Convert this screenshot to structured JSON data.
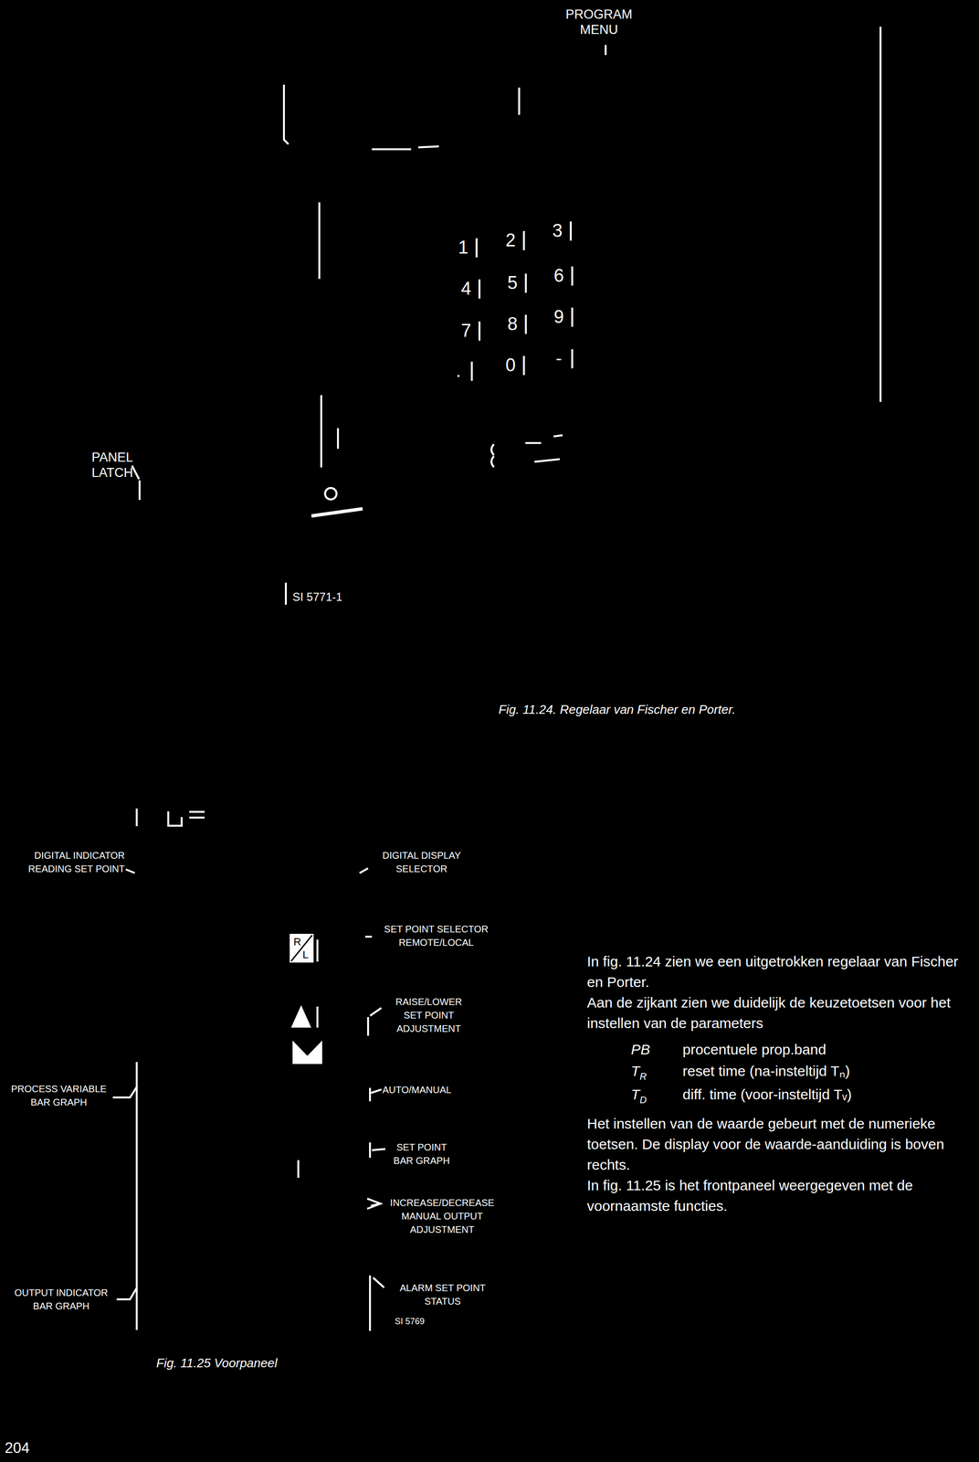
{
  "diagram": {
    "caption": "Fig. 11.24. Regelaar van Fischer en Porter.",
    "labels": [
      "PROGRAM MENU",
      "1",
      "2",
      "3",
      "4",
      "5",
      "6",
      "7",
      "8",
      "9",
      ".",
      "0",
      "-",
      "PANEL LATCH",
      "SI 5771-1",
      "DIGITAL INDICATOR READING SET POINT",
      "DIGITAL DISPLAY SELECTOR",
      "SET POINT SELECTOR REMOTE/LOCAL",
      "R",
      "L",
      "RAISE/LOWER SET POINT ADJUSTMENT",
      "PROCESS VARIABLE BAR GRAPH",
      "AUTO/MANUAL",
      "SET POINT BAR GRAPH",
      "INCREASE/DECREASE MANUAL OUTPUT ADJUSTMENT",
      "OUTPUT INDICATOR BAR GRAPH",
      "ALARM SET POINT STATUS",
      "SI 5769",
      "Fig. 11.25 Voorpaneel",
      "In fig. 11.24 zien we een uitgetrokken regelaar van Fischer en Porter.",
      "Aan de zijkant zien we duidelijk de keuzetoetsen voor het instellen van de parameters",
      "PB",
      "procentuele prop.band",
      "T",
      "R",
      "reset time (na-insteltijd Tₙ)",
      "T",
      "D",
      "diff. time (voor-insteltijd Tᵥ)",
      "Het instellen van de waarde gebeurt met de numerieke toetsen. De display voor de waarde-aanduiding is boven rechts.",
      "In fig. 11.25 is het frontpaneel weergegeven met de voornaamste functies.",
      "204"
    ]
  }
}
